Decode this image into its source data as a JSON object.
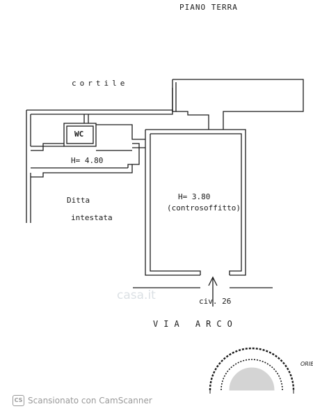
{
  "header": {
    "title": "PIANO TERRA"
  },
  "plan": {
    "courtyard_label": "cortile",
    "wc_label": "WC",
    "side_room_height": "H= 4.80",
    "side_room_owner_line1": "Ditta",
    "side_room_owner_line2": "intestata",
    "main_room_height": "H= 3.80",
    "main_room_note": "(controsoffitto)",
    "entrance_label": "civ. 26",
    "street_label": "VIA ARCO",
    "stamp_text": "ORIB"
  },
  "watermark": {
    "text": "casa.it"
  },
  "footer": {
    "logo": "CS",
    "text": "Scansionato con CamScanner"
  },
  "colors": {
    "ink": "#1a1a1a",
    "footer_gray": "#999999",
    "watermark": "#cfd6dc"
  }
}
